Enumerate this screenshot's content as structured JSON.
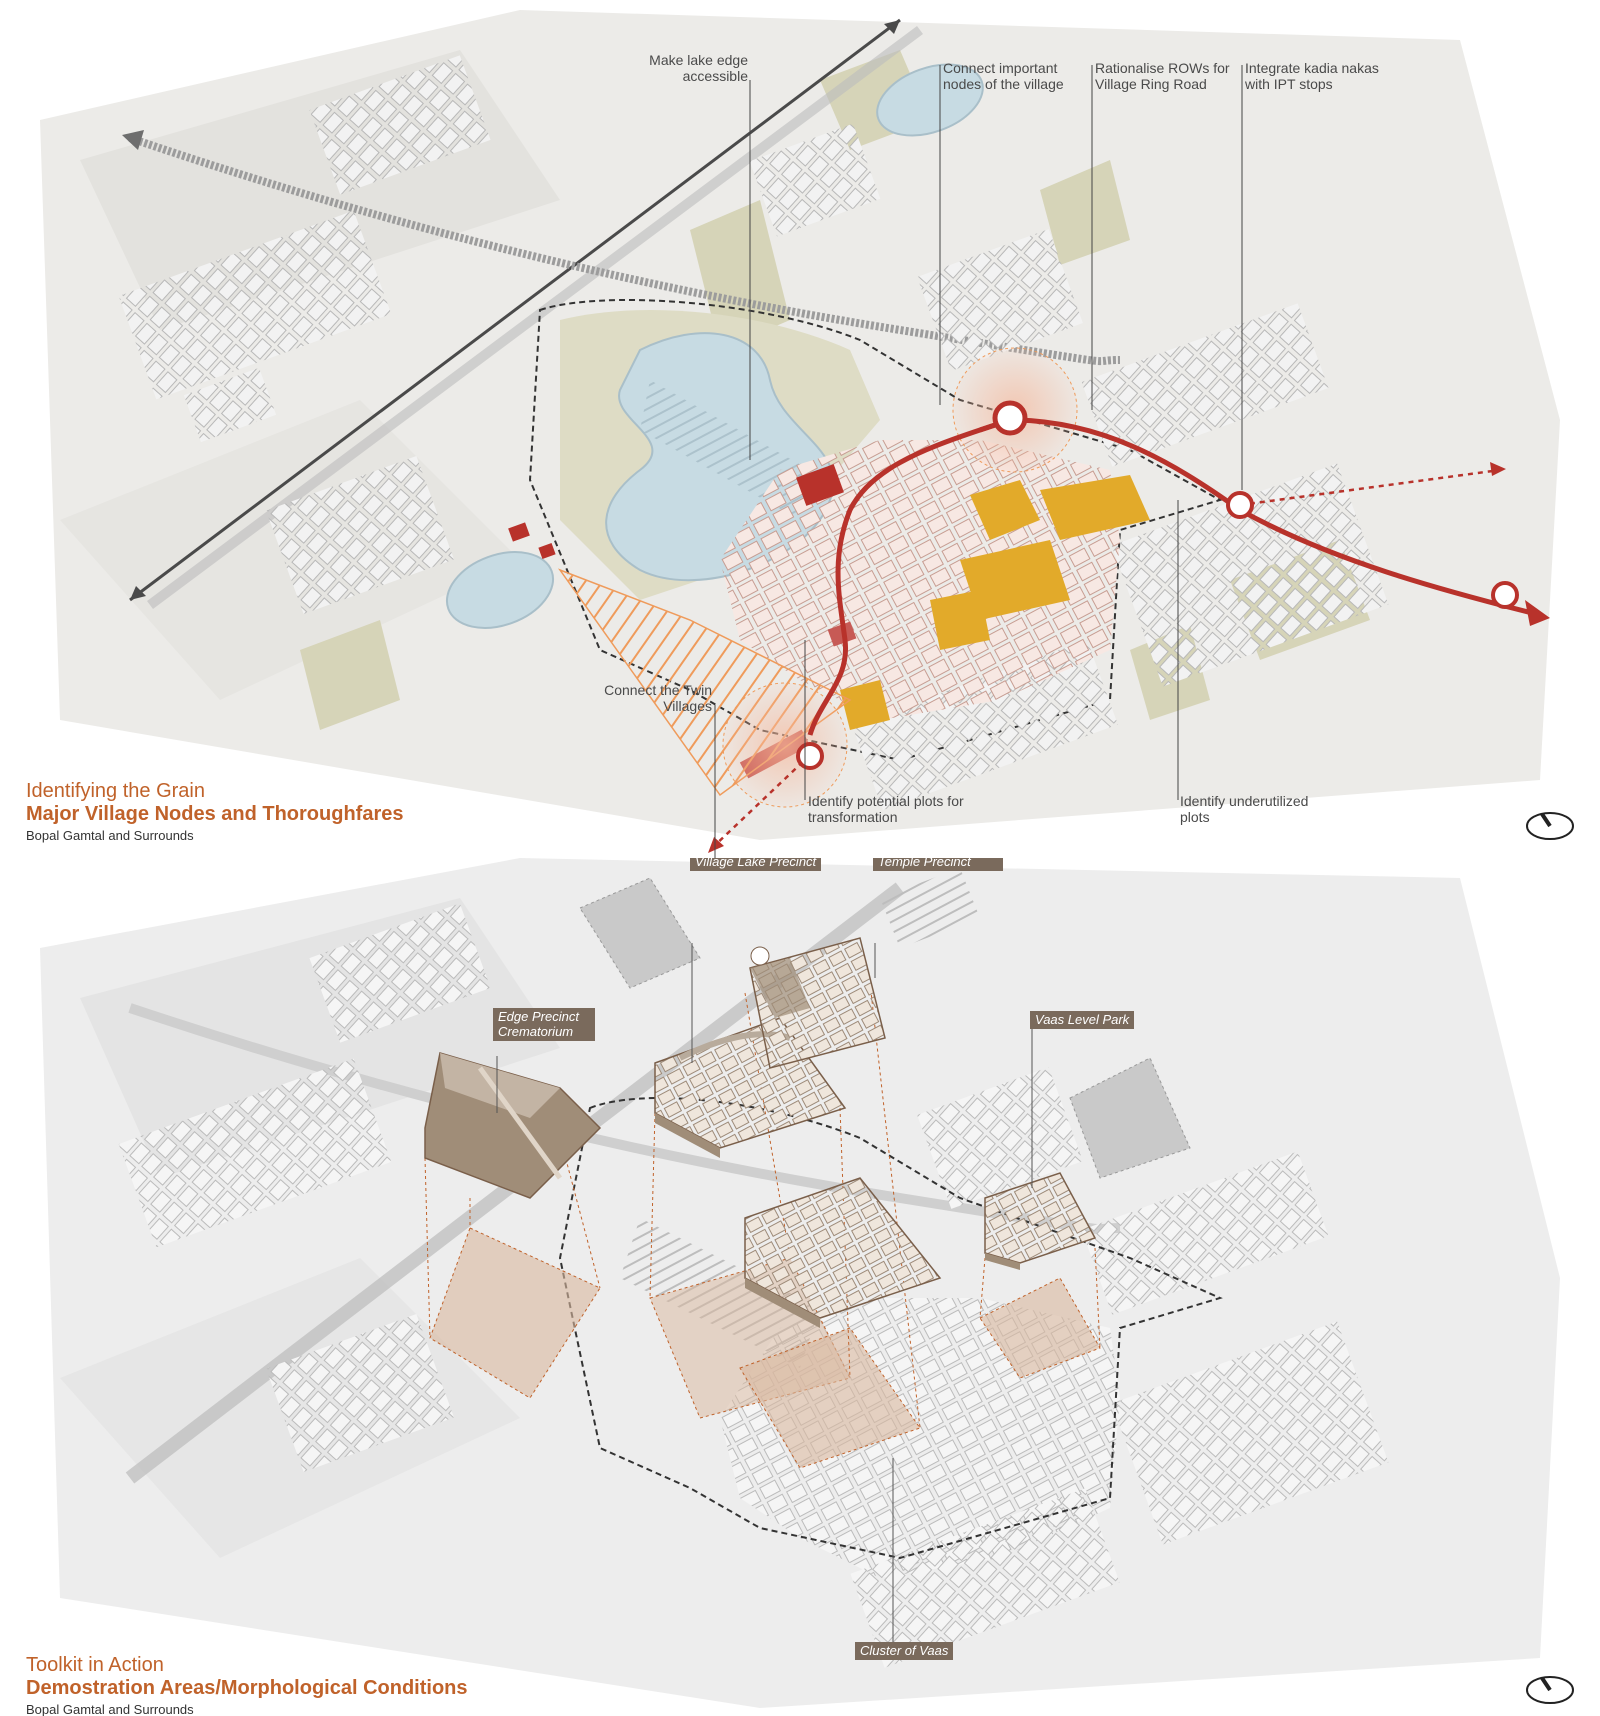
{
  "top": {
    "title_line1": "Identifying the Grain",
    "title_line2": "Major Village Nodes and Thoroughfares",
    "title_line3": "Bopal Gamtal and Surrounds",
    "labels": {
      "lake_edge": "Make lake edge accessible",
      "connect_nodes": "Connect important nodes of the village",
      "rationalise": "Rationalise ROWs for Village Ring Road",
      "integrate": "Integrate kadia nakas with IPT stops",
      "twin": "Connect the Twin Villages",
      "potential": "Identify potential plots for transformation",
      "underutilized": "Identify underutilized plots"
    },
    "colors": {
      "route": "#b8322b",
      "highlight": "#e2aa2a",
      "hatch": "#ef9b5b",
      "lake": "#c7dbe3",
      "park": "#d6d4b8",
      "building": "#f5e4df"
    }
  },
  "bottom": {
    "title_line1": "Toolkit in Action",
    "title_line2": "Demostration Areas/Morphological Conditions",
    "title_line3": "Bopal Gamtal and Surrounds",
    "tags": {
      "village_lake": "Village Lake Precinct",
      "temple": "Temple Precinct",
      "edge": "Edge Precinct Crematorium",
      "vaas_park": "Vaas Level Park",
      "cluster": "Cluster of Vaas"
    },
    "colors": {
      "precinct_fill": "#d9b79e",
      "precinct_block": "#a08d78",
      "leader": "#c0622a"
    }
  },
  "icons": {
    "north": "north-arrow-icon"
  }
}
